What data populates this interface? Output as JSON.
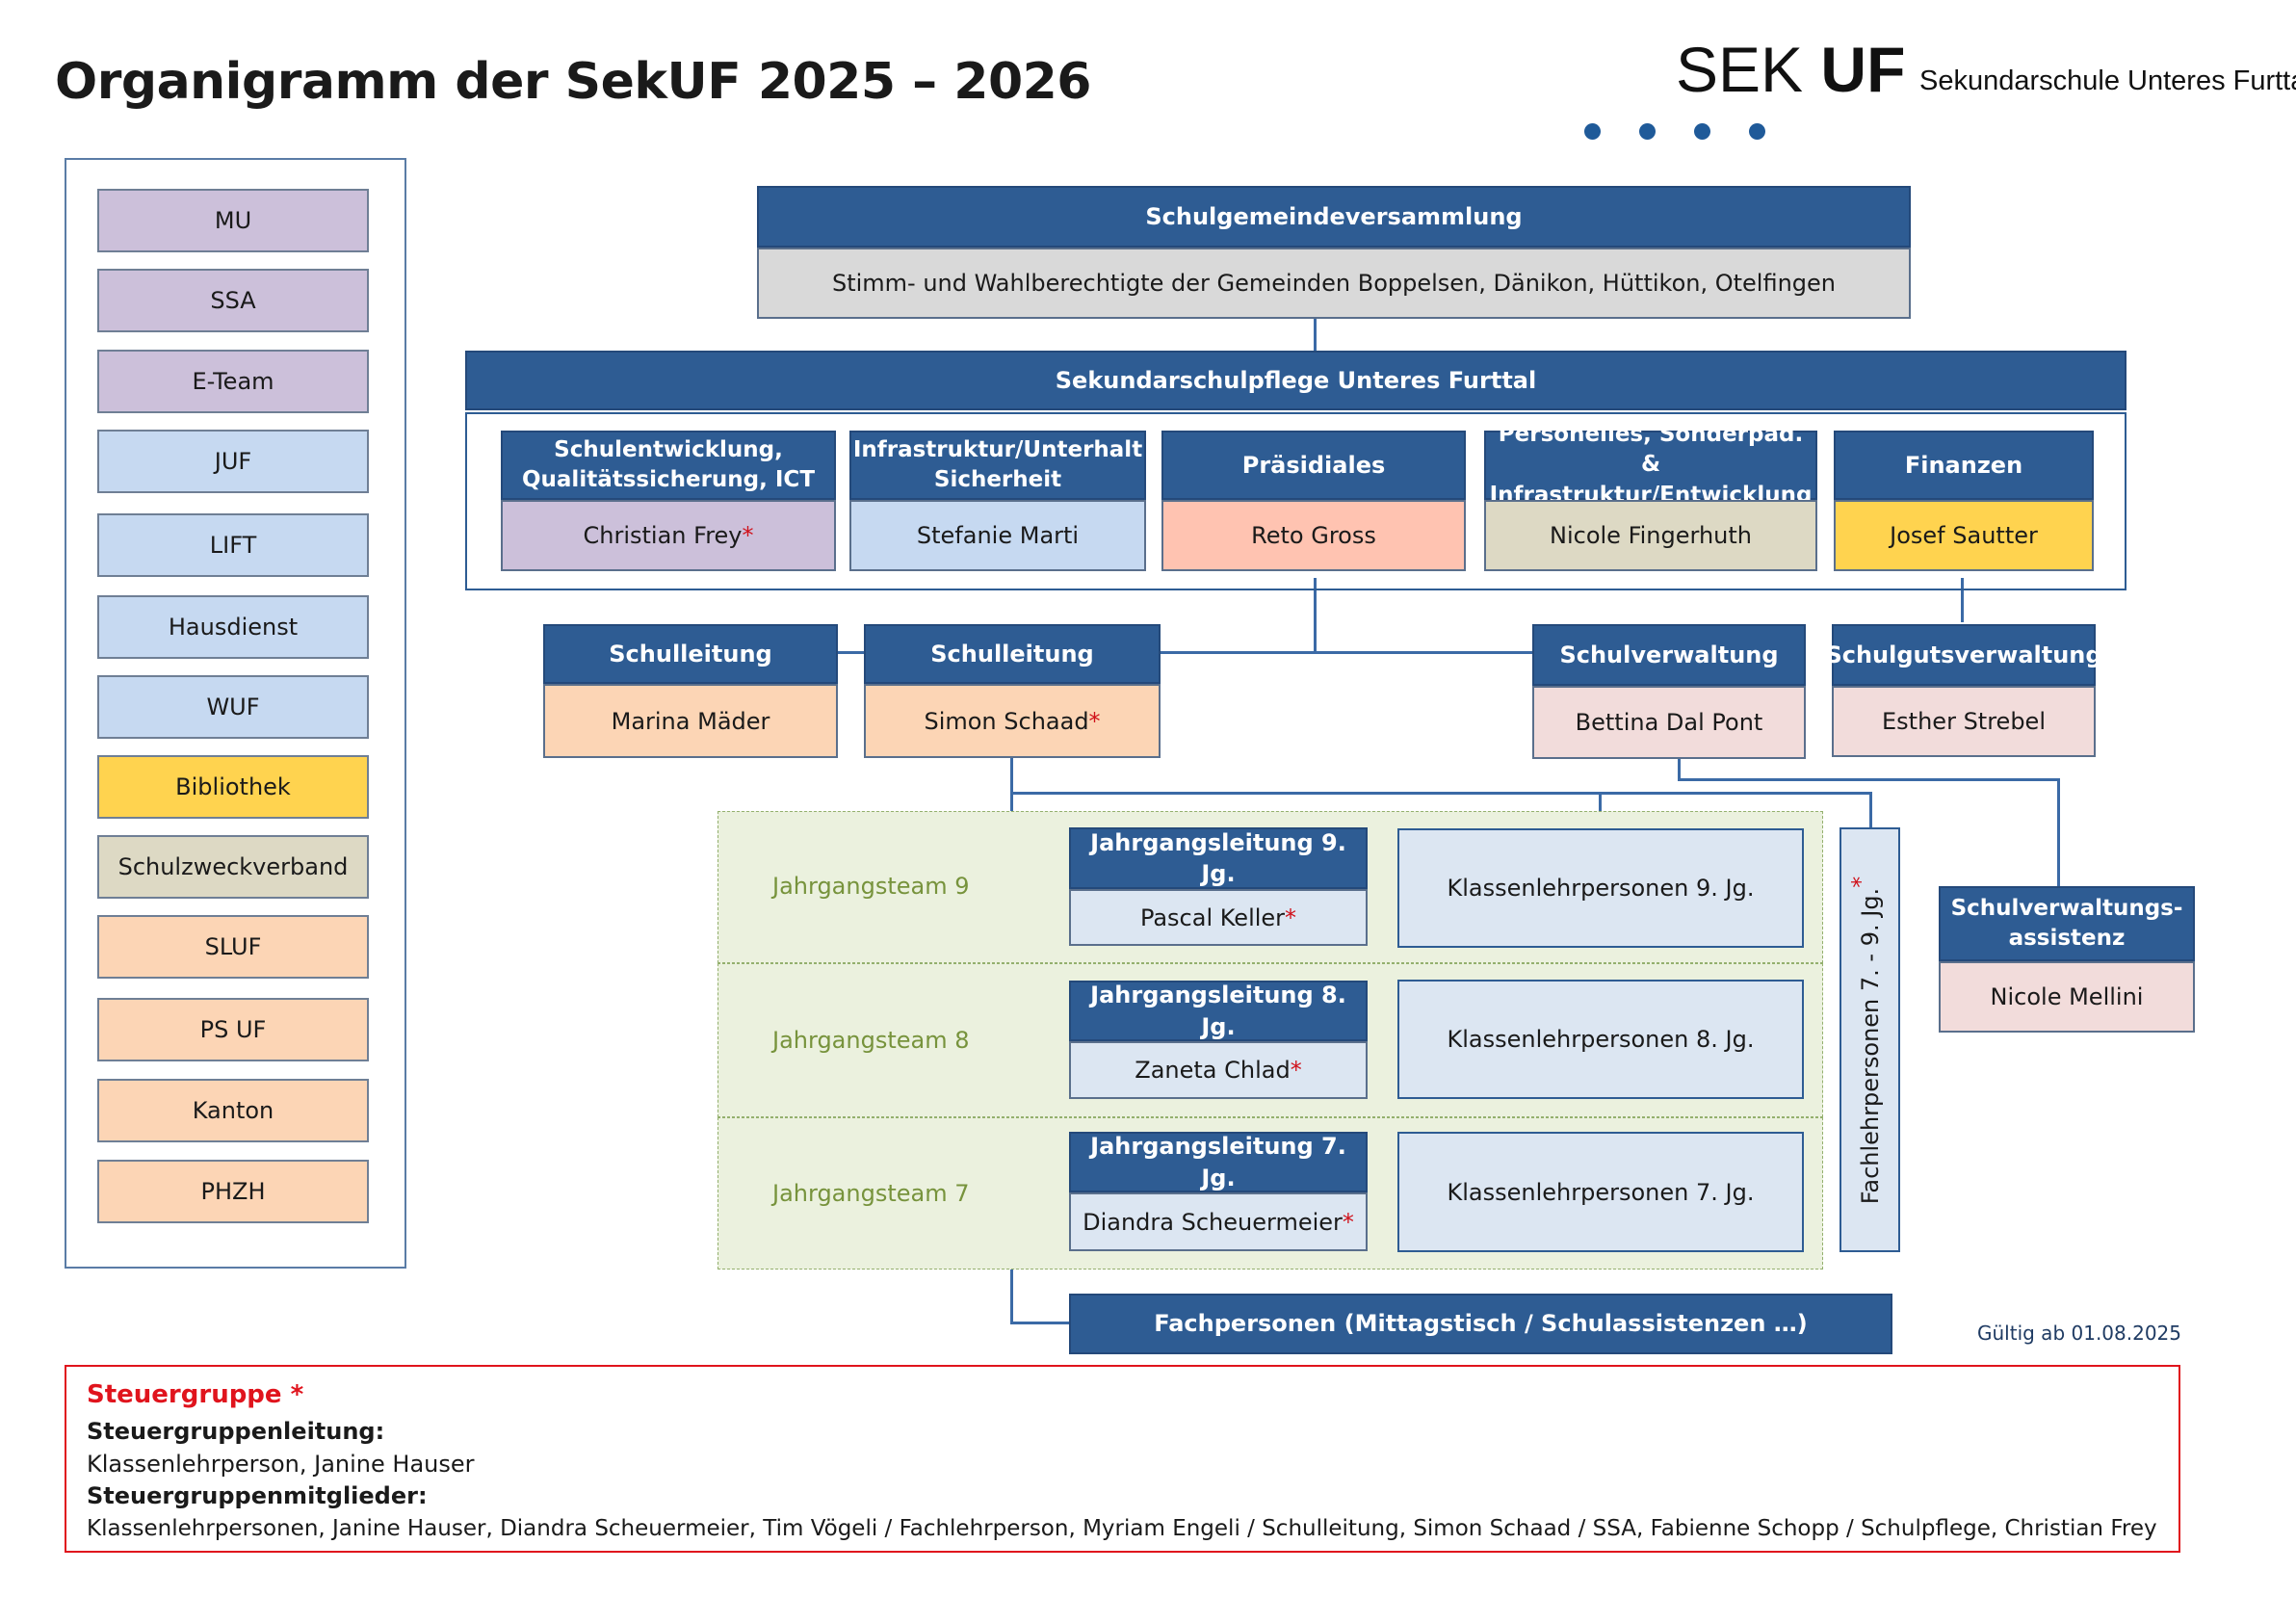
{
  "title": "Organigramm der SekUF 2025 – 2026",
  "logo": {
    "main": "SEK",
    "main_bold": "UF",
    "sub": "Sekundarschule Unteres Furttal"
  },
  "legend": [
    "MU",
    "SSA",
    "E-Team",
    "JUF",
    "LIFT",
    "Hausdienst",
    "WUF",
    "Bibliothek",
    "Schulzweckverband",
    "SLUF",
    "PS UF",
    "Kanton",
    "PHZH"
  ],
  "assembly": {
    "title": "Schulgemeindeversammlung",
    "text": "Stimm- und Wahlberechtigte der Gemeinden Boppelsen, Dänikon, Hüttikon, Otelfingen"
  },
  "board": {
    "title": "Sekundarschulpflege Unteres Furttal",
    "departments": [
      {
        "title": "Schulentwicklung, Qualitätssicherung,  ICT",
        "name": "Christian Frey",
        "star": "*"
      },
      {
        "title": "Infrastruktur/Unterhalt Sicherheit",
        "name": "Stefanie Marti",
        "star": ""
      },
      {
        "title": "Präsidiales",
        "name": "Reto Gross",
        "star": ""
      },
      {
        "title": "Personelles, Sonderpäd. & Infrastruktur/Entwicklung",
        "name": "Nicole Fingerhuth",
        "star": ""
      },
      {
        "title": "Finanzen",
        "name": "Josef Sautter",
        "star": ""
      }
    ]
  },
  "leadership": {
    "sl1": {
      "title": "Schulleitung",
      "name": "Marina Mäder",
      "star": ""
    },
    "sl2": {
      "title": "Schulleitung",
      "name": "Simon Schaad",
      "star": "*"
    },
    "admin": {
      "title": "Schulverwaltung",
      "name": "Bettina Dal Pont"
    },
    "estate": {
      "title": "Schulgutsverwaltung",
      "name": "Esther Strebel"
    },
    "assist": {
      "title": "Schulverwaltungs-assistenz",
      "name": "Nicole Mellini"
    }
  },
  "teams": [
    {
      "label": "Jahrgangsteam 9",
      "lead_title": "Jahrgangsleitung 9. Jg.",
      "lead_name": "Pascal Keller",
      "star": "*",
      "class_teachers": "Klassenlehrpersonen 9. Jg."
    },
    {
      "label": "Jahrgangsteam 8",
      "lead_title": "Jahrgangsleitung 8. Jg.",
      "lead_name": "Zaneta Chlad",
      "star": "*",
      "class_teachers": "Klassenlehrpersonen 8. Jg."
    },
    {
      "label": "Jahrgangsteam 7",
      "lead_title": "Jahrgangsleitung 7. Jg.",
      "lead_name": "Diandra Scheuermeier",
      "star": "*",
      "class_teachers": "Klassenlehrpersonen 7. Jg."
    }
  ],
  "subject_teachers": {
    "label": "Fachlehrpersonen 7. - 9. Jg.",
    "star": "*"
  },
  "specialists": "Fachpersonen (Mittagstisch / Schulassistenzen …)",
  "valid_from": "Gültig ab 01.08.2025",
  "steuergruppe": {
    "title": "Steuergruppe *",
    "lead_heading": "Steuergruppenleitung:",
    "lead_text": "Klassenlehrperson, Janine Hauser",
    "members_heading": "Steuergruppenmitglieder:",
    "members_text": "Klassenlehrpersonen, Janine Hauser, Diandra Scheuermeier, Tim Vögeli / Fachlehrperson, Myriam Engeli / Schulleitung, Simon Schaad / SSA, Fabienne Schopp / Schulpflege, Christian Frey"
  },
  "colors": {
    "header_blue": "#2e5c93",
    "lilac": "#ccc0da",
    "light_blue": "#c6d9f1",
    "gold": "#ffd34f",
    "beige": "#ddd9c4",
    "peach": "#fcd5b5",
    "salmon": "#ffc3b1",
    "pink_grey": "#f2dcdb",
    "grey": "#d9d9d9",
    "team_green": "#ebf1de",
    "star_red": "#d0111a"
  }
}
